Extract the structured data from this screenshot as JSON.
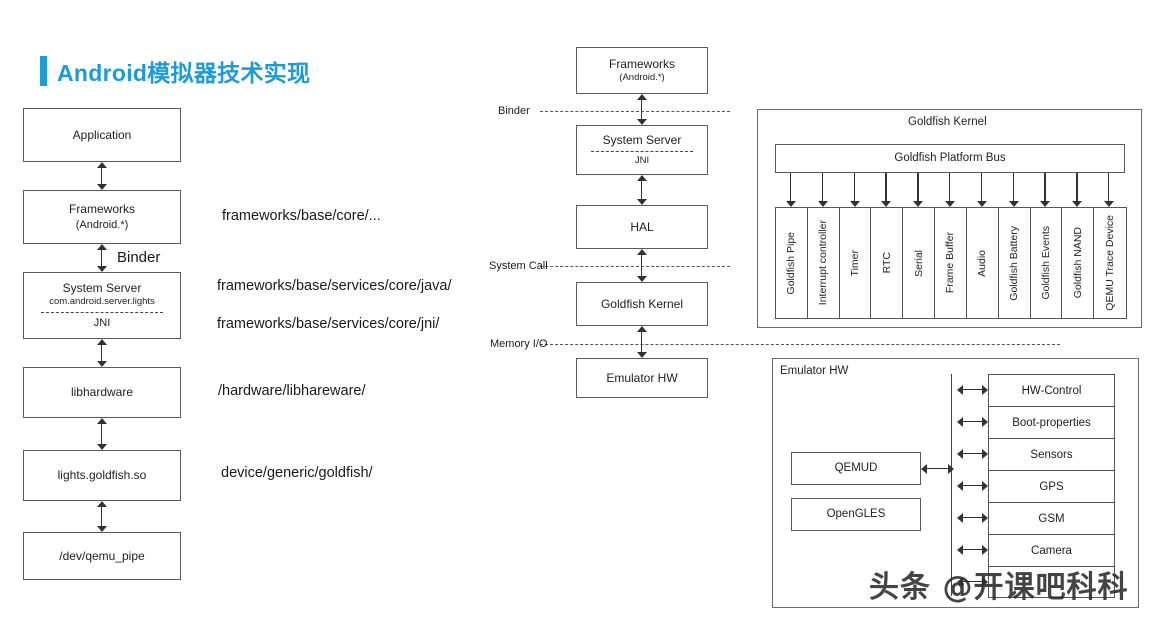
{
  "title": {
    "text": "Android模拟器技术实现",
    "accent_color": "#1e9bd7"
  },
  "left_stack": {
    "name": "Android lights HAL call stack",
    "boxes": [
      {
        "id": "application",
        "label": "Application",
        "sub": "",
        "note": ""
      },
      {
        "id": "frameworks",
        "label": "Frameworks",
        "sub": "(Android.*)",
        "note": "frameworks/base/core/..."
      },
      {
        "id": "system-server",
        "label": "System Server",
        "sub": "com.android.server.lights",
        "sub2": "JNI",
        "note": "frameworks/base/services/core/java/",
        "note2": "frameworks/base/services/core/jni/"
      },
      {
        "id": "libhardware",
        "label": "libhardware",
        "sub": "",
        "note": "/hardware/libhareware/"
      },
      {
        "id": "lights-goldfish",
        "label": "lights.goldfish.so",
        "sub": "",
        "note": "device/generic/goldfish/"
      },
      {
        "id": "qemu-pipe",
        "label": "/dev/qemu_pipe",
        "sub": "",
        "note": ""
      }
    ],
    "binder_label": "Binder"
  },
  "middle_stack": {
    "name": "Emulator layer stack",
    "boxes": [
      {
        "id": "frameworks",
        "label": "Frameworks",
        "sub": "(Android.*)"
      },
      {
        "id": "system-server",
        "label": "System Server",
        "sub": "JNI"
      },
      {
        "id": "hal",
        "label": "HAL",
        "sub": ""
      },
      {
        "id": "goldfish-kernel",
        "label": "Goldfish Kernel",
        "sub": ""
      },
      {
        "id": "emulator-hw",
        "label": "Emulator HW",
        "sub": ""
      }
    ],
    "dividers": [
      {
        "id": "binder",
        "label": "Binder"
      },
      {
        "id": "system-call",
        "label": "System Call"
      },
      {
        "id": "memory-io",
        "label": "Memory I/O"
      }
    ]
  },
  "goldfish_kernel_panel": {
    "title": "Goldfish Kernel",
    "bus_label": "Goldfish Platform Bus",
    "devices": [
      "Goldfish Pipe",
      "Interrupt controller",
      "Timer",
      "RTC",
      "Serial",
      "Frame Buffer",
      "Audio",
      "Goldfish Battery",
      "Goldfish Events",
      "Goldfish NAND",
      "QEMU Trace Device"
    ]
  },
  "emulator_hw_panel": {
    "title": "Emulator HW",
    "left_boxes": [
      "QEMUD",
      "OpenGLES"
    ],
    "services": [
      "HW-Control",
      "Boot-properties",
      "Sensors",
      "GPS",
      "GSM",
      "Camera",
      ""
    ]
  },
  "watermark": {
    "text": "头条 @开课吧科科"
  }
}
